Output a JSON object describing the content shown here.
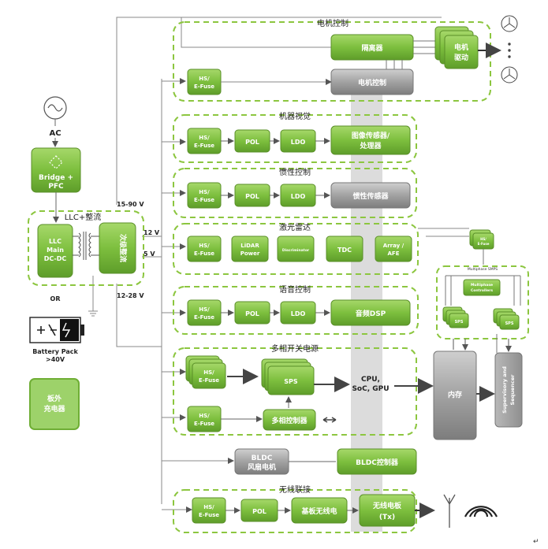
{
  "power": {
    "ac": "AC",
    "bridge": [
      "Bridge +",
      "PFC"
    ],
    "llc_caption": "LLC+整流",
    "llc_main": [
      "LLC",
      "Main",
      "DC-DC"
    ],
    "secondary_rect": "次级整流",
    "v_15_90": "15-90 V",
    "v_12": "12 V",
    "v_5": "5 V",
    "v_12_28": "12-28 V",
    "or": "OR",
    "battery": [
      "Battery Pack",
      ">40V"
    ],
    "charger": [
      "板外",
      "充电器"
    ]
  },
  "sections": {
    "motor": {
      "title": "电机控制",
      "efuse": [
        "HS/",
        "E-Fuse"
      ],
      "isolator": "隔离器",
      "controller": "电机控制",
      "drive": [
        "电机",
        "驱动"
      ]
    },
    "vision": {
      "title": "机器视觉",
      "efuse": [
        "HS/",
        "E-Fuse"
      ],
      "pol": "POL",
      "ldo": "LDO",
      "sensor": [
        "图像传感器/",
        "处理器"
      ]
    },
    "inertial": {
      "title": "惯性控制",
      "efuse": [
        "HS/",
        "E-Fuse"
      ],
      "pol": "POL",
      "ldo": "LDO",
      "sensor": "惯性传感器"
    },
    "lidar": {
      "title": "激光雷达",
      "efuse": [
        "HS/",
        "E-Fuse"
      ],
      "power": [
        "LiDAR",
        "Power"
      ],
      "discriminator": "Discriminator",
      "tdc": "TDC",
      "afe": [
        "Array /",
        "AFE"
      ]
    },
    "voice": {
      "title": "语音控制",
      "efuse": [
        "HS/",
        "E-Fuse"
      ],
      "pol": "POL",
      "ldo": "LDO",
      "dsp": "音频DSP"
    },
    "multiphase": {
      "title": "多相开关电源",
      "efuse1": [
        "HS/",
        "E-Fuse"
      ],
      "efuse2": [
        "HS/",
        "E-Fuse"
      ],
      "sps": "SPS",
      "controller": "多相控制器",
      "cpu": [
        "CPU,",
        "SoC, GPU"
      ]
    },
    "memory": {
      "hs": [
        "HS/",
        "E-Fuse"
      ],
      "multiphase_label": "Multiphase SMPS",
      "controller": [
        "Multiphase",
        "Controllers"
      ],
      "sps_left": "SPS",
      "sps_right": "SPS",
      "memory": "内存",
      "supervisory": [
        "Supervisory and",
        "Sequencer"
      ]
    },
    "bldc": {
      "motor": [
        "BLDC",
        "风扇电机"
      ],
      "controller": "BLDC控制器"
    },
    "wireless": {
      "title": "无线联接",
      "efuse": [
        "HS/",
        "E-Fuse"
      ],
      "pol": "POL",
      "baseband": "基板无线电",
      "tx": [
        "无线电板",
        "(Tx)"
      ]
    }
  },
  "footer_mark": "↵",
  "colors": {
    "green": "#7dbf3e",
    "green_dark": "#5e9d2a",
    "gray": "#9c9c9c",
    "dash": "#8cc63f",
    "bar": "#d9d9d9"
  }
}
